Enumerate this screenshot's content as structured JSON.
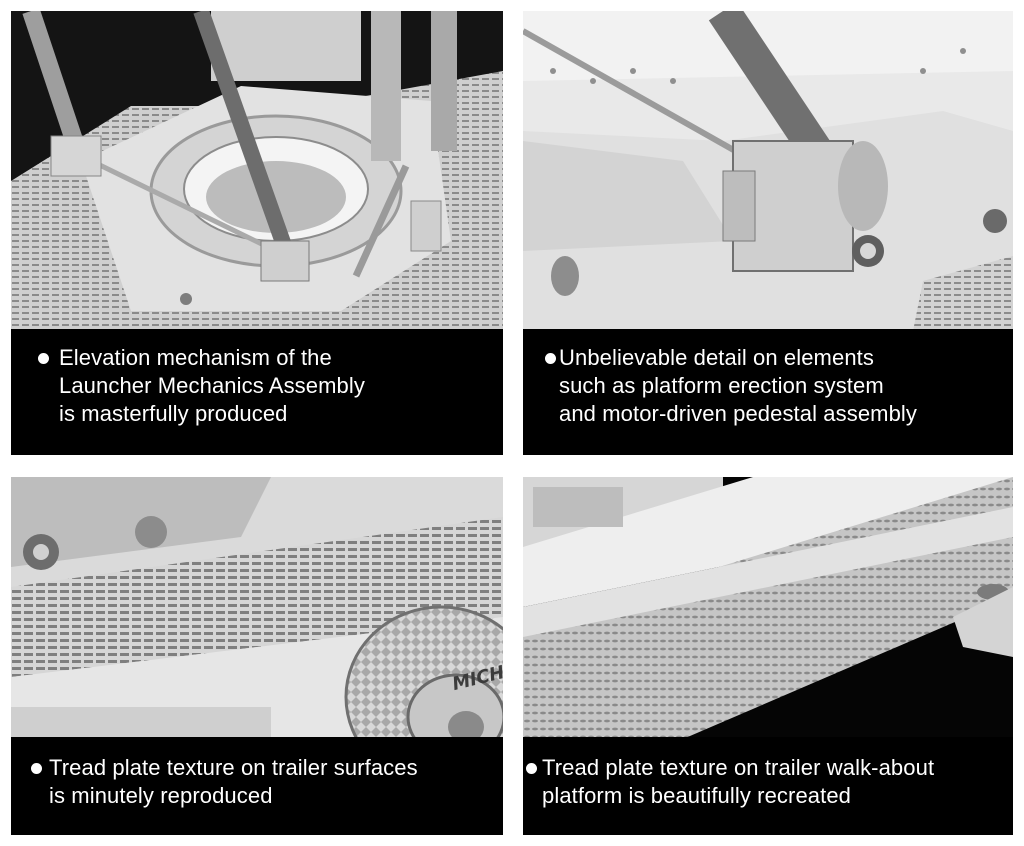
{
  "colors": {
    "background": "#ffffff",
    "caption_background": "#000000",
    "caption_text": "#ffffff",
    "render_light": "#e6e6e6",
    "render_mid": "#bdbdbd",
    "render_dark": "#6f6f6f"
  },
  "panels": [
    {
      "id": "elevation-mechanism",
      "caption_lines": [
        "Elevation mechanism of the",
        "Launcher Mechanics Assembly",
        "is masterfully produced"
      ]
    },
    {
      "id": "platform-erection",
      "caption_lines": [
        "Unbelievable detail on elements",
        "such as platform erection system",
        "and motor-driven pedestal assembly"
      ]
    },
    {
      "id": "trailer-surfaces",
      "caption_lines": [
        "Tread plate texture on trailer surfaces",
        "is minutely reproduced"
      ]
    },
    {
      "id": "walkabout-platform",
      "caption_lines": [
        "Tread plate texture on trailer walk-about",
        "platform is beautifully recreated"
      ],
      "tire_text": "MICH"
    }
  ]
}
